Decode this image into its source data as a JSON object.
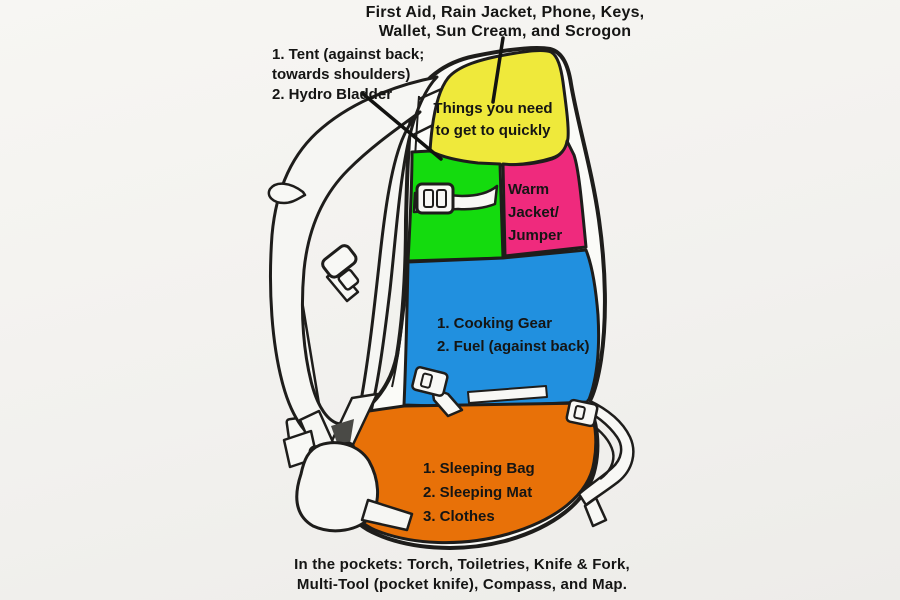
{
  "diagram": {
    "subject": "backpack-packing-guide"
  },
  "palette": {
    "background": "#f3f2ef",
    "ink": "#1e1d1b",
    "strap_white": "#f8f8f5"
  },
  "annotations": {
    "top_note": {
      "lines": [
        "First Aid, Rain Jacket, Phone, Keys,",
        "Wallet, Sun Cream, and Scrogon"
      ]
    },
    "left_note": {
      "lines": [
        "1. Tent (against back;",
        "towards shoulders)",
        "2. Hydro Bladder"
      ]
    },
    "bottom_note": {
      "lines": [
        "In the pockets: Torch, Toiletries, Knife & Fork,",
        "Multi-Tool (pocket knife), Compass, and Map."
      ]
    }
  },
  "regions": {
    "lid": {
      "color": "#efe93b",
      "lines": [
        "Things you need",
        "to get to quickly"
      ]
    },
    "upper_back": {
      "color": "#14db0e",
      "lines": []
    },
    "upper_front": {
      "color": "#ef2a7d",
      "lines": [
        "Warm",
        "Jacket/",
        "Jumper"
      ]
    },
    "middle": {
      "color": "#2190df",
      "lines": [
        "1. Cooking Gear",
        "2. Fuel (against back)"
      ]
    },
    "bottom": {
      "color": "#e87108",
      "lines": [
        "1. Sleeping Bag",
        "2. Sleeping Mat",
        "3. Clothes"
      ]
    }
  }
}
